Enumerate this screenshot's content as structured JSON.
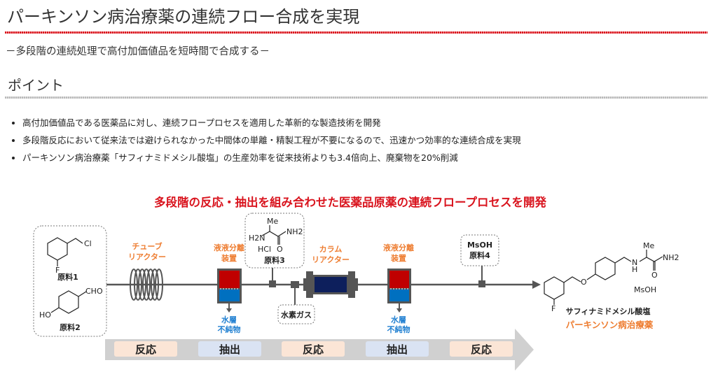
{
  "header": {
    "title": "パーキンソン病治療薬の連続フロー合成を実現",
    "subtitle": "－多段階の連続処理で高付加価値品を短時間で合成する－"
  },
  "points": {
    "heading": "ポイント",
    "items": [
      "高付加価値品である医薬品に対し、連続フロープロセスを適用した革新的な製造技術を開発",
      "多段階反応において従来法では避けられなかった中間体の単離・精製工程が不要になるので、迅速かつ効率的な連続合成を実現",
      "パーキンソン病治療薬「サフィナミドメシル酸塩」の生産効率を従来技術よりも3.4倍向上、廃棄物を20%削減"
    ]
  },
  "diagram": {
    "title": "多段階の反応・抽出を組み合わせた医薬品原薬の連続フロープロセスを開発",
    "raw1": {
      "substituent": "Cl",
      "fluoro": "F",
      "label": "原料1"
    },
    "raw2": {
      "substituent": "CHO",
      "hydroxy": "HO",
      "label": "原料2"
    },
    "tube_reactor": [
      "チューブ",
      "リアクター"
    ],
    "separator": [
      "液液分離",
      "装置"
    ],
    "waste": [
      "水層",
      "不純物"
    ],
    "raw3": {
      "me": "Me",
      "h2n": "H2N",
      "nh2": "NH2",
      "hcl": "HCl",
      "o": "O",
      "label": "原料3"
    },
    "column_reactor": [
      "カラム",
      "リアクター"
    ],
    "hydrogen": "水素ガス",
    "raw4": {
      "reagent": "MsOH",
      "label": "原料4"
    },
    "product": {
      "me": "Me",
      "nh2": "NH2",
      "nh": "N",
      "h": "H",
      "o": "O",
      "ether_o": "O",
      "f": "F",
      "salt": "MsOH",
      "name": "サフィナミドメシル酸塩",
      "category": "パーキンソン病治療薬"
    },
    "steps": [
      "反応",
      "抽出",
      "反応",
      "抽出",
      "反応"
    ]
  },
  "colors": {
    "red": "#d9141e",
    "orange": "#ee7d31",
    "blue": "#1f7fd1",
    "navy": "#0d1f5c",
    "separator_top": "#c00000",
    "separator_bottom": "#0070c0",
    "reaction_box": "#fbe5d6",
    "extraction_box": "#dae3f3"
  }
}
